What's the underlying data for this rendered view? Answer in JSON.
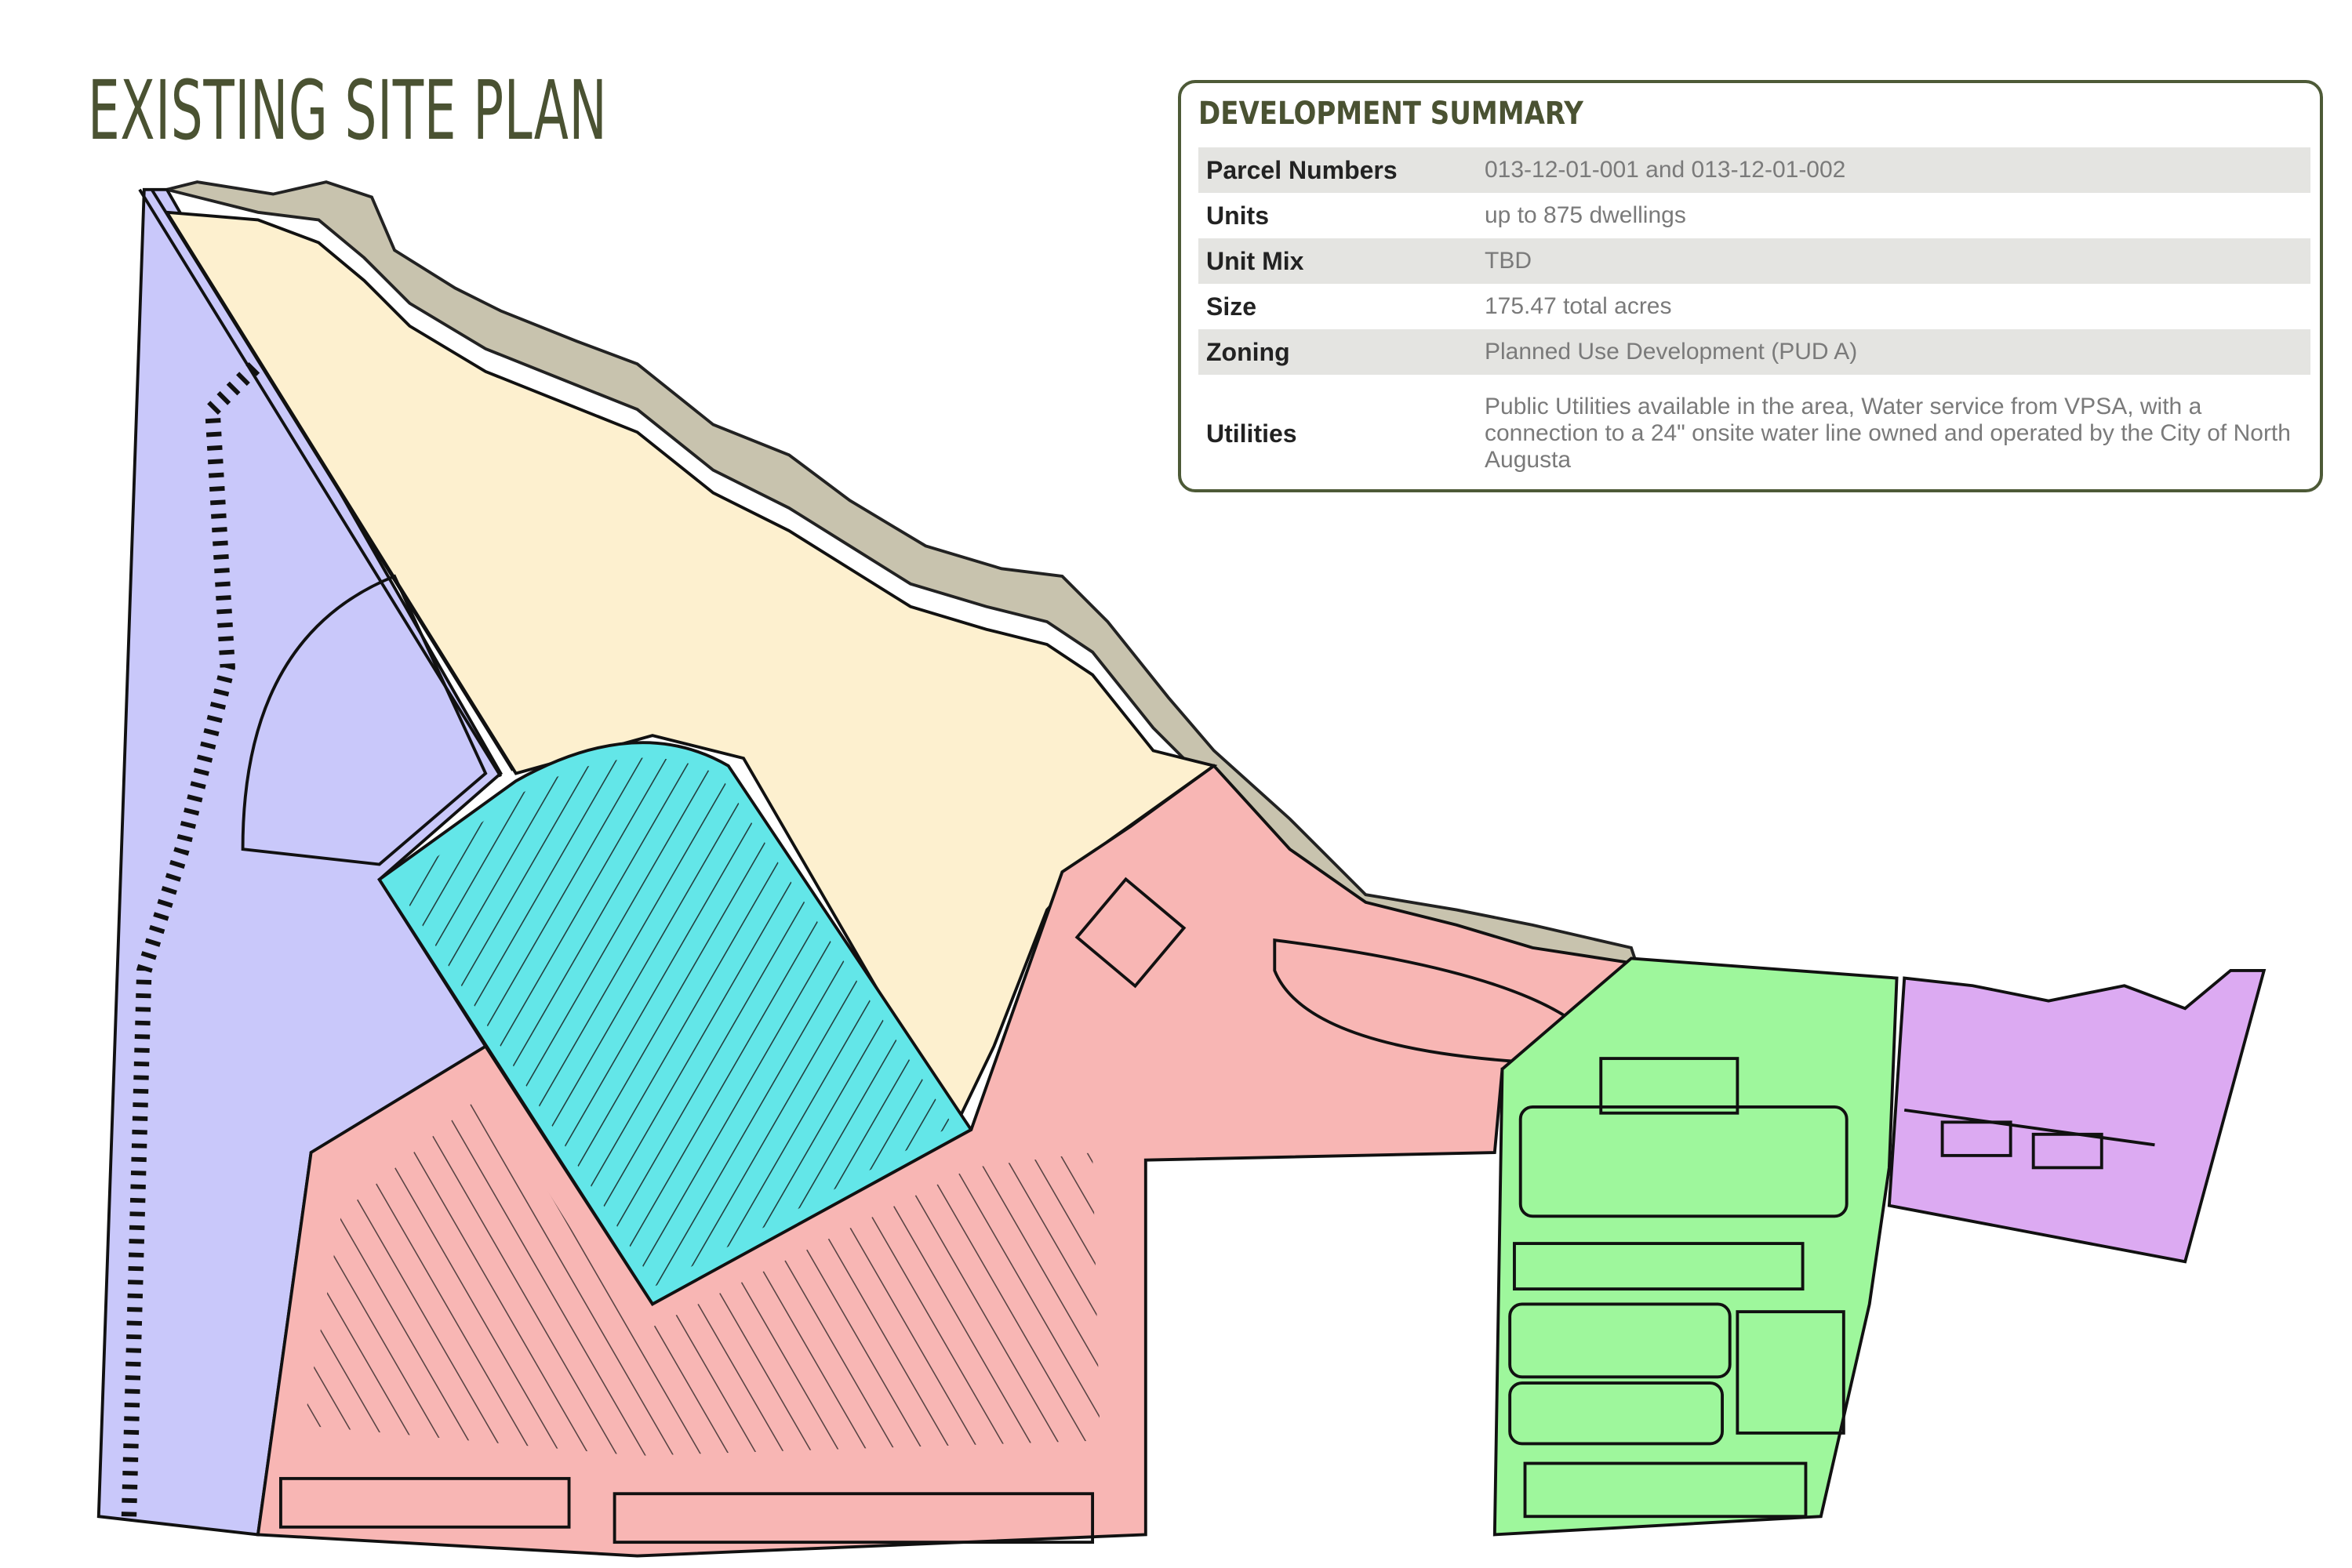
{
  "page": {
    "title": "EXISTING SITE PLAN"
  },
  "summary": {
    "heading": "DEVELOPMENT SUMMARY",
    "rows": [
      {
        "label": "Parcel Numbers",
        "value": "013-12-01-001 and 013-12-01-002"
      },
      {
        "label": "Units",
        "value": "up to 875 dwellings"
      },
      {
        "label": "Unit Mix",
        "value": "TBD"
      },
      {
        "label": "Size",
        "value": "175.47 total acres"
      },
      {
        "label": "Zoning",
        "value": "Planned Use Development (PUD A)"
      },
      {
        "label": "Utilities",
        "value": "Public Utilities available in the area, Water service from VPSA, with a connection to a 24\" onsite water line owned and operated by the City of North Augusta"
      }
    ]
  },
  "colors": {
    "west_zone": "#c9c8fa",
    "north_zone": "#fdf0cf",
    "center_zone": "#63e6e8",
    "south_zone": "#f8b6b4",
    "buffer": "#c8c3ae",
    "east_zone": "#9ef79c",
    "far_east_zone": "#dcaaf2",
    "accent": "#4a5232"
  }
}
